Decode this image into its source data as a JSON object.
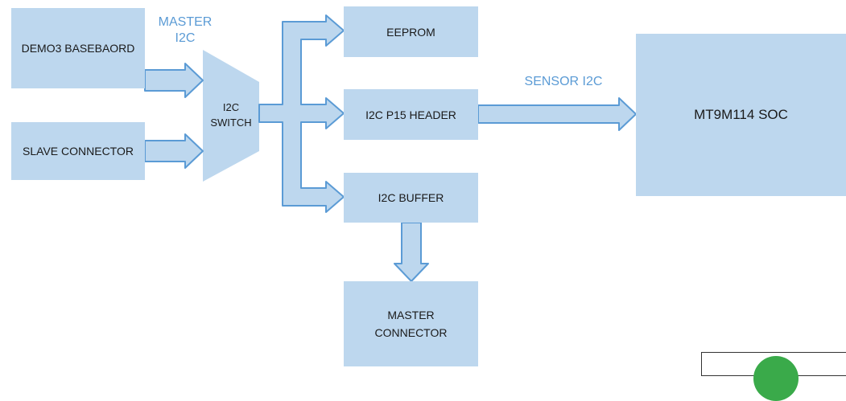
{
  "labels": {
    "master_i2c_line1": "MASTER",
    "master_i2c_line2": "I2C",
    "sensor_i2c": "SENSOR I2C"
  },
  "blocks": {
    "demo3": "DEMO3 BASEBAORD",
    "slave_connector": "SLAVE CONNECTOR",
    "i2c_switch_line1": "I2C",
    "i2c_switch_line2": "SWITCH",
    "eeprom": "EEPROM",
    "p15_header": "I2C P15 HEADER",
    "i2c_buffer": "I2C BUFFER",
    "master_connector_line1": "MASTER",
    "master_connector_line2": "CONNECTOR",
    "soc": "MT9M114 SOC"
  },
  "colors": {
    "block_fill": "#bdd7ee",
    "arrow_fill": "#bdd7ee",
    "arrow_stroke": "#5b9bd5",
    "label_text": "#5b9bd5"
  }
}
